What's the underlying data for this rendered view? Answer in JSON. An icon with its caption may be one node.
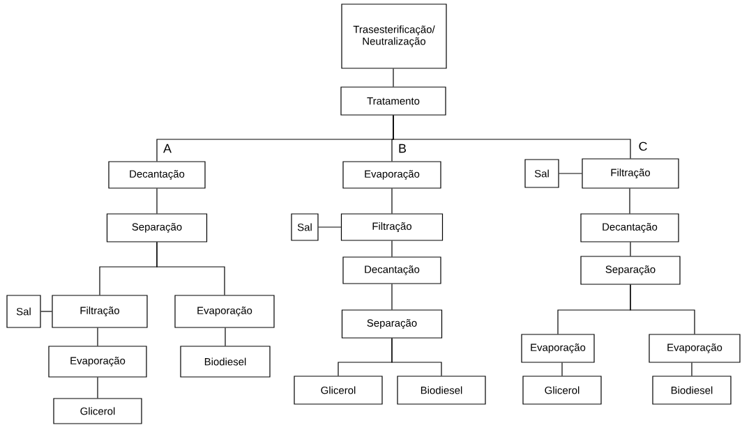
{
  "diagram": {
    "nodes": [
      {
        "text": [
          "Trasesterificação/ Neutralização"
        ]
      },
      {
        "text": [
          "Tratamento"
        ]
      },
      {
        "text": [
          "Decantação"
        ]
      },
      {
        "text": [
          "Separação"
        ]
      },
      {
        "text": [
          "Sal"
        ]
      },
      {
        "text": [
          "Filtração"
        ]
      },
      {
        "text": [
          "Evaporação"
        ]
      },
      {
        "text": [
          "Evaporação"
        ]
      },
      {
        "text": [
          "Biodiesel"
        ]
      },
      {
        "text": [
          "Glicerol"
        ]
      },
      {
        "text": [
          "Evaporação"
        ]
      },
      {
        "text": [
          "Sal"
        ]
      },
      {
        "text": [
          "Filtração"
        ]
      },
      {
        "text": [
          "Decantação"
        ]
      },
      {
        "text": [
          "Separação"
        ]
      },
      {
        "text": [
          "Glicerol"
        ]
      },
      {
        "text": [
          "Biodiesel"
        ]
      },
      {
        "text": [
          "Sal"
        ]
      },
      {
        "text": [
          "Filtração"
        ]
      },
      {
        "text": [
          "Decantação"
        ]
      },
      {
        "text": [
          "Separação"
        ]
      },
      {
        "text": [
          "Evaporação"
        ]
      },
      {
        "text": [
          "Glicerol"
        ]
      },
      {
        "text": [
          "Evaporação"
        ]
      },
      {
        "text": [
          "Biodiesel"
        ]
      }
    ],
    "edges": [
      {
        "from": 0,
        "to": 1,
        "arrow": "none"
      },
      {
        "from": 1,
        "to": 2,
        "arrow": "none"
      },
      {
        "from": 1,
        "to": 10,
        "arrow": "none"
      },
      {
        "from": 1,
        "to": 18,
        "arrow": "none"
      },
      {
        "from": 2,
        "to": 3,
        "arrow": "none"
      },
      {
        "from": 3,
        "to": 5,
        "arrow": "none"
      },
      {
        "from": 3,
        "to": 6,
        "arrow": "none"
      },
      {
        "from": 4,
        "to": 5,
        "arrow": "none"
      },
      {
        "from": 5,
        "to": 7,
        "arrow": "none"
      },
      {
        "from": 7,
        "to": 9,
        "arrow": "none"
      },
      {
        "from": 6,
        "to": 8,
        "arrow": "none"
      },
      {
        "from": 10,
        "to": 12,
        "arrow": "none"
      },
      {
        "from": 11,
        "to": 12,
        "arrow": "none"
      },
      {
        "from": 12,
        "to": 13,
        "arrow": "none"
      },
      {
        "from": 13,
        "to": 14,
        "arrow": "none"
      },
      {
        "from": 14,
        "to": 15,
        "arrow": "none"
      },
      {
        "from": 14,
        "to": 16,
        "arrow": "none"
      },
      {
        "from": 17,
        "to": 18,
        "arrow": "none"
      },
      {
        "from": 18,
        "to": 19,
        "arrow": "none"
      },
      {
        "from": 19,
        "to": 20,
        "arrow": "none"
      },
      {
        "from": 20,
        "to": 21,
        "arrow": "none"
      },
      {
        "from": 20,
        "to": 23,
        "arrow": "none"
      },
      {
        "from": 21,
        "to": 22,
        "arrow": "none"
      },
      {
        "from": 23,
        "to": 24,
        "arrow": "none"
      }
    ],
    "labels": [
      "A",
      "B",
      "C"
    ]
  }
}
